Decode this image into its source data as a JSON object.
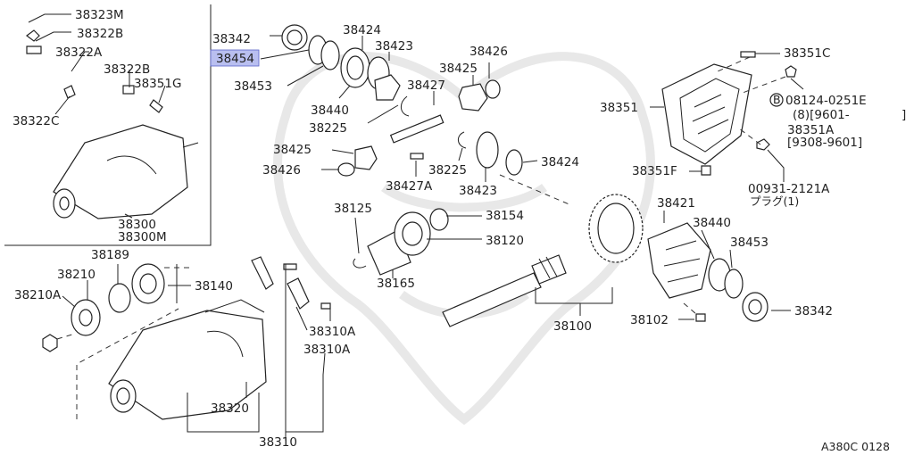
{
  "diagram": {
    "figure_code": "A380C 0128",
    "highlighted_part": "38454",
    "labels": {
      "p38323M": "38323M",
      "p38322B_a": "38322B",
      "p38322A": "38322A",
      "p38322B_b": "38322B",
      "p38351G": "38351G",
      "p38322C": "38322C",
      "p38300": "38300",
      "p38300M": "38300M",
      "p38342_top": "38342",
      "p38454": "38454",
      "p38453_top": "38453",
      "p38440_top": "38440",
      "p38424_top": "38424",
      "p38423_top": "38423",
      "p38225_top": "38225",
      "p38427": "38427",
      "p38425_top": "38425",
      "p38426_top": "38426",
      "p38425_mid": "38425",
      "p38426_mid": "38426",
      "p38427A": "38427A",
      "p38225_mid": "38225",
      "p38423_mid": "38423",
      "p38424_mid": "38424",
      "p38351C": "38351C",
      "p38351": "38351",
      "p08124": "08124-0251E",
      "p08124_sub": "(8)[9601-",
      "p08124_br": "]",
      "p38351A": "38351A",
      "p38351A_sub": "[9308-9601]",
      "p38351F": "38351F",
      "p00931": "00931-2121A",
      "p00931_sub": "プラグ(1)",
      "circle_b": "B",
      "p38125": "38125",
      "p38154": "38154",
      "p38120": "38120",
      "p38165": "38165",
      "p38189": "38189",
      "p38210": "38210",
      "p38210A": "38210A",
      "p38140": "38140",
      "p38310A_a": "38310A",
      "p38310A_b": "38310A",
      "p38320": "38320",
      "p38310": "38310",
      "p38100": "38100",
      "p38102": "38102",
      "p38421": "38421",
      "p38440_r": "38440",
      "p38453_r": "38453",
      "p38342_r": "38342"
    }
  }
}
